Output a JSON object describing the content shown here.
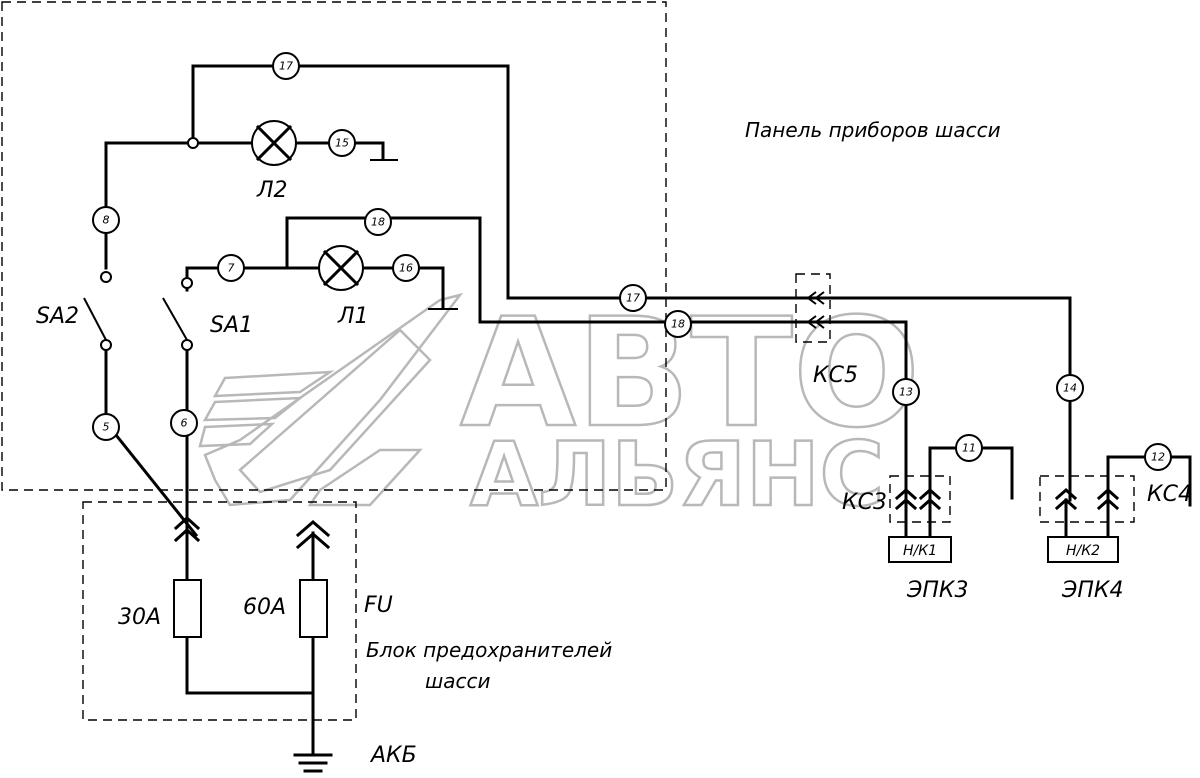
{
  "labels": {
    "panel": "Панель приборов шасси",
    "fuse_block_line1": "Блок предохранителей",
    "fuse_block_line2": "шасси",
    "battery": "АКБ",
    "fu": "FU",
    "fuse_30": "30А",
    "fuse_60": "60А",
    "lamp_l1": "Л1",
    "lamp_l2": "Л2",
    "switch_sa1": "SA1",
    "switch_sa2": "SA2",
    "conn_ks3": "КС3",
    "conn_ks4": "КС4",
    "conn_ks5": "КС5",
    "valve_epk3": "ЭПК3",
    "valve_epk4": "ЭПК4",
    "box_nk1": "Н/К1",
    "box_nk2": "Н/К2"
  },
  "nodes": [
    "17",
    "15",
    "8",
    "18",
    "7",
    "16",
    "5",
    "6",
    "13",
    "14",
    "11",
    "12"
  ],
  "watermark": {
    "line1": "АВТО",
    "line2": "АЛЬЯНС",
    "color": "#b8b8b8"
  }
}
